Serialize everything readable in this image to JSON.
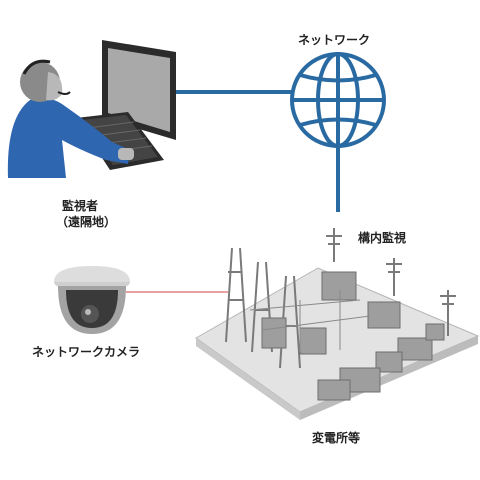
{
  "labels": {
    "network": "ネットワーク",
    "operator": "監視者",
    "operator_location": "（遠隔地）",
    "camera": "ネットワークカメラ",
    "onsite": "構内監視",
    "substation": "変電所等"
  },
  "colors": {
    "link_line": "#2a6aa3",
    "camera_line": "#e8a0a0",
    "globe": "#2a6aa3",
    "person_shirt": "#2f66b0",
    "monitor_frame": "#2b2b2b",
    "screen": "#aaaaaa",
    "substation_ground": "#d9d9d9",
    "equipment": "#9a9a9a"
  },
  "icons": {
    "globe": "globe-icon",
    "operator": "person-at-computer-icon",
    "camera": "dome-camera-icon",
    "substation": "substation-icon"
  }
}
